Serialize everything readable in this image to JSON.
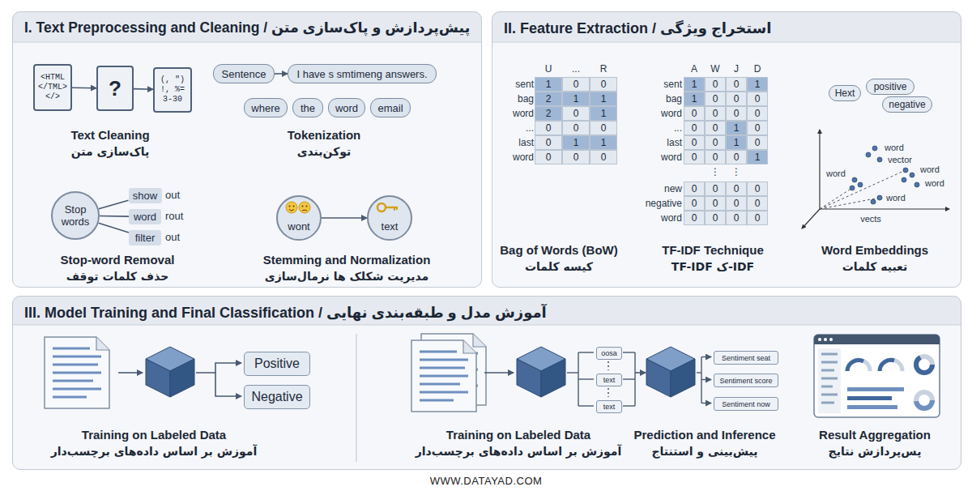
{
  "diagram": {
    "nodes": [
      {
        "text": [
          "I. Text Preprocessing and Cleaning / پیش‌پردازش و پاک‌سازی متن"
        ]
      },
      {
        "text": [
          "II. Feature Extraction / استخراج ویژگی"
        ]
      },
      {
        "text": [
          "III. Model Training and Final Classification / آموزش مدل و طبقه‌بندی نهایی"
        ]
      },
      {
        "text": [
          "<HTML </TML> </>"
        ],
        "in": 0
      },
      {
        "text": [
          "?"
        ],
        "in": 0
      },
      {
        "text": [
          "(, \") !, %= 3-30"
        ],
        "in": 0
      },
      {
        "text": [
          "Sentence"
        ],
        "in": 0
      },
      {
        "text": [
          "I have s smtimeng answers."
        ],
        "in": 0
      },
      {
        "text": [
          "where"
        ],
        "in": 0
      },
      {
        "text": [
          "the"
        ],
        "in": 0
      },
      {
        "text": [
          "word"
        ],
        "in": 0
      },
      {
        "text": [
          "email"
        ],
        "in": 0
      },
      {
        "text": [
          "Stop words"
        ],
        "in": 0
      },
      {
        "text": [
          "show"
        ],
        "in": 0
      },
      {
        "text": [
          "word"
        ],
        "in": 0
      },
      {
        "text": [
          "filter"
        ],
        "in": 0
      },
      {
        "text": [
          "wont"
        ],
        "in": 0
      },
      {
        "text": [
          "text"
        ],
        "in": 0
      },
      {
        "text": [
          "Hext"
        ],
        "in": 1
      },
      {
        "text": [
          "positive"
        ],
        "in": 1
      },
      {
        "text": [
          "negative"
        ],
        "in": 1
      },
      {
        "text": [
          "Positive"
        ],
        "in": 2
      },
      {
        "text": [
          "Negative"
        ],
        "in": 2
      },
      {
        "text": [
          "oosa"
        ],
        "in": 2
      },
      {
        "text": [
          "text"
        ],
        "in": 2
      },
      {
        "text": [
          "text"
        ],
        "in": 2
      },
      {
        "text": [
          "Sentiment seat"
        ],
        "in": 2
      },
      {
        "text": [
          "Sentiment score"
        ],
        "in": 2
      },
      {
        "text": [
          "Sentiment now"
        ],
        "in": 2
      }
    ],
    "edges": [
      {
        "from": 3,
        "to": 4,
        "arrow": "to"
      },
      {
        "from": 4,
        "to": 5,
        "arrow": "to"
      },
      {
        "from": 6,
        "to": 7,
        "arrow": "to"
      },
      {
        "from": 12,
        "to": 13,
        "arrow": "none"
      },
      {
        "from": 12,
        "to": 14,
        "arrow": "none"
      },
      {
        "from": 12,
        "to": 15,
        "arrow": "none"
      },
      {
        "from": 16,
        "to": 17,
        "arrow": "to"
      }
    ],
    "labels": [
      "Text Cleaning",
      "پاک‌سازی متن",
      "Tokenization",
      "توکن‌بندی",
      "out",
      "rout",
      "out",
      "Stop-word Removal",
      "حذف کلمات توقف",
      "Stemming and Normalization",
      "مدیریت شکلک ها نرمال‌سازی",
      "U",
      "...",
      "R",
      "sent",
      "1",
      "0",
      "0",
      "bag",
      "2",
      "1",
      "1",
      "word",
      "2",
      "0",
      "1",
      "...",
      "0",
      "0",
      "0",
      "last",
      "0",
      "1",
      "1",
      "word",
      "0",
      "0",
      "0",
      "Bag of Words (BoW)",
      "کیسه کلمات",
      "A",
      "W",
      "J",
      "D",
      "sent",
      "1",
      "0",
      "0",
      "1",
      "bag",
      "1",
      "0",
      "0",
      "0",
      "word",
      "0",
      "0",
      "0",
      "0",
      "...",
      "0",
      "0",
      "1",
      "0",
      "last",
      "0",
      "0",
      "1",
      "0",
      "word",
      "0",
      "0",
      "0",
      "1",
      "⋮",
      "⋮",
      "new",
      "0",
      "0",
      "0",
      "0",
      "negative",
      "0",
      "0",
      "0",
      "0",
      "word",
      "0",
      "0",
      "0",
      "0",
      "TF-IDF Technique",
      "TF-IDF ک-IDF",
      "word",
      "vector",
      "word",
      "word",
      "word",
      "word",
      "vects",
      "Word Embeddings",
      "تعبیه کلمات",
      "Training on Labeled Data",
      "آموزش بر اساس داده‌های برچسب‌دار",
      "Training on Labeled Data",
      "آموزش بر اساس داده‌های برچسب‌دار",
      "Prediction and Inference",
      "پیش‌بینی و استنتاج",
      "Result Aggregation",
      "پس‌پردازش نتایج",
      "WWW.DATAYAD.COM"
    ]
  }
}
